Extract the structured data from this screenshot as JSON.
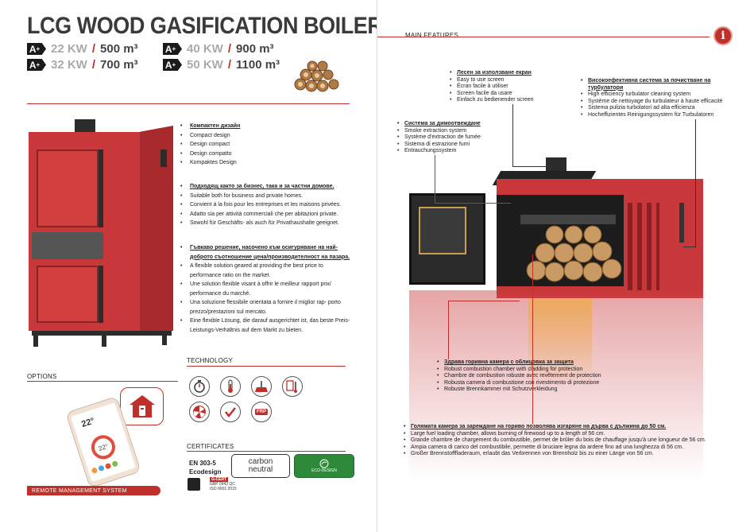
{
  "left": {
    "title": "LCG WOOD GASIFICATION BOILER",
    "energy_class": "A+",
    "powers": [
      {
        "kw": "22 KW",
        "m3": "500 m³"
      },
      {
        "kw": "32 KW",
        "m3": "700 m³"
      },
      {
        "kw": "40 KW",
        "m3": "900 m³"
      },
      {
        "kw": "50 KW",
        "m3": "1100 m³"
      }
    ],
    "slash": "/",
    "features": [
      {
        "head": "Компактен дизайн",
        "items": [
          "Compact design",
          "Design compact",
          "Design compatto",
          "Kompaktes Design"
        ]
      },
      {
        "head": "Подходящ както за бизнес, така и за частни домове.",
        "items": [
          "Suitable both for business and private homes.",
          "Convient à la fois pour les entreprises et les maisons privées.",
          "Adatto sia per attività commerciali che per abitazioni private.",
          "Sowohl für Geschäfts- als auch für Privathaushalte geeignet."
        ]
      },
      {
        "head": "Гъвкаво решение, насочено към осигуряване на най-доброто съотношение цена/производителност на пазара.",
        "items": [
          "A flexible solution geared at providing the best price to performance ratio on the market.",
          "Une solution flexible visant à offrir le meilleur rapport prix/ performance du marché.",
          "Una soluzione flessibile orientata a fornire il miglior rap- porto prezzo/prestazioni sul mercato.",
          "Eine flexible Lösung, die darauf ausgerichtet ist, das beste Preis-Leistungs-Verhältnis auf dem Markt zu bieten."
        ]
      }
    ],
    "options_label": "OPTIONS",
    "technology_label": "TECHNOLOGY",
    "certificates_label": "CERTIFICATES",
    "certificates": {
      "en": "EN 303-5",
      "eco": "Ecodesign",
      "carbon_line1": "carbon",
      "carbon_line2": "neutral",
      "eco_design": "ECO-DESIGN",
      "gcert": "G-CERT",
      "gcert_sub1": "GBP 0943 QC",
      "gcert_sub2": "ISO 9001:2015"
    },
    "phone": {
      "temp1": "22°",
      "temp2": "22°"
    },
    "frp_label": "FRP",
    "remote_label": "REMOTE MANAGEMENT SYSTEM"
  },
  "right": {
    "main_features_label": "MAIN FEATURES",
    "info_icon": "i",
    "callouts": {
      "screen": {
        "head": "Лесен за използване екран",
        "items": [
          "Easy to use screen",
          "Écran facile à utiliser",
          "Screen facile da usare",
          "Einfach zu bedienender screen"
        ]
      },
      "turbulator": {
        "head": "Високоефективна система за почистване на турбулатори",
        "items": [
          "High efficiency turbulator cleaning system",
          "Système de nettoyage du turbulateur à haute efficacité",
          "Sistema pulizia turbolatori ad alta efficienza",
          "Hocheffizientes Reinigungssystem für Turbulatoren"
        ]
      },
      "smoke": {
        "head": "Система за димоотвеждане",
        "items": [
          "Smoke extraction system",
          "Système d'extraction de fumée",
          "Sistema di estrazione fumi",
          "Entrauchungssystem"
        ]
      },
      "combustion": {
        "head": "Здрава горивна камера с облицовка за защита",
        "items": [
          "Robust combustion chamber with cladding for protection",
          "Chambre de combustion robuste avec revêtement de protection",
          "Robusta camera di combustione con rivestimento di protezione",
          "Robuste Brennkammer mit Schutzverkleidung"
        ]
      },
      "loading": {
        "head": "Голямата камера за зареждане на гориво позволява изгаряне на дърва с дължина до 50 см.",
        "items": [
          "Large fuel loading chamber, allows burning of firewood up to a length of 56 cm.",
          "Grande chambre de chargement du combustible, permet de brûler du bois de chauffage jusqu'à une longueur de 56 cm.",
          "Ampia camera di carico del combustibile, permette di bruciare legna da ardere fino ad una lunghezza di 56 cm.",
          "Großer Brennstofffladeraum, erlaubt das Verbrennen von Brennholz bis zu einer Länge von 56 cm."
        ]
      }
    }
  },
  "colors": {
    "brand_red": "#c0302a",
    "boiler_red": "#c8373a"
  },
  "icons": [
    "wood-logs-icon",
    "info-icon",
    "remote-home-icon",
    "smartphone-icon",
    "timer-icon",
    "thermometer-icon",
    "cleaning-icon",
    "temperature-icon",
    "fan-icon",
    "checkmark-icon",
    "frp-icon"
  ]
}
